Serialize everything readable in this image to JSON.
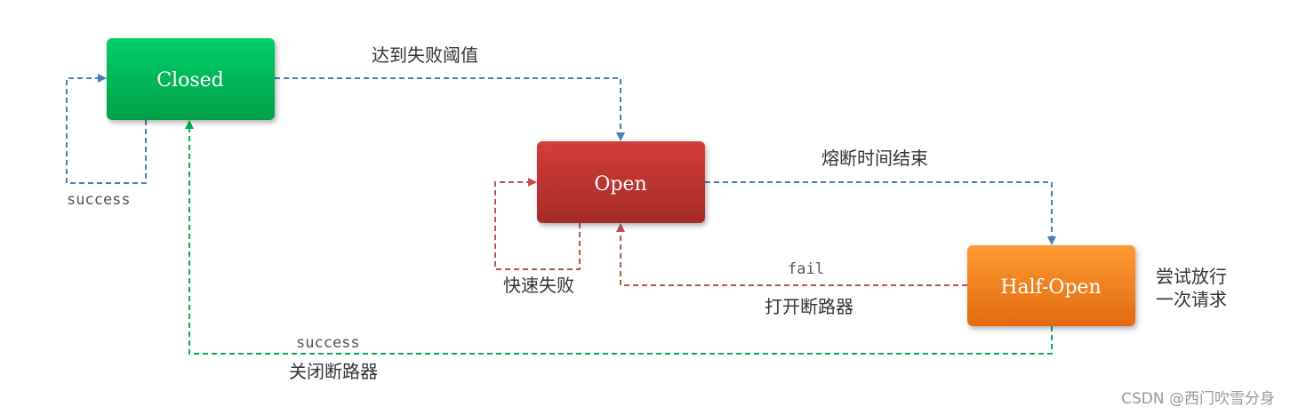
{
  "states": {
    "closed": {
      "label": "Closed"
    },
    "open": {
      "label": "Open"
    },
    "half_open": {
      "label": "Half-Open"
    }
  },
  "transitions": {
    "closed_self": {
      "label": "success"
    },
    "closed_to_open": {
      "label": "达到失败阈值"
    },
    "open_self": {
      "label": "快速失败"
    },
    "open_to_half": {
      "label": "熔断时间结束"
    },
    "half_to_open": {
      "label": "fail",
      "caption": "打开断路器"
    },
    "half_to_closed": {
      "label": "success",
      "caption": "关闭断路器"
    }
  },
  "half_open_note": {
    "line1": "尝试放行",
    "line2": "一次请求"
  },
  "watermark": "CSDN @西门吹雪分身",
  "colors": {
    "closed": "#00b050",
    "open": "#c0392b",
    "half_open": "#f07d1a",
    "blue_edge": "#4a7ebb",
    "red_edge": "#c0504d",
    "green_edge": "#00b050"
  }
}
